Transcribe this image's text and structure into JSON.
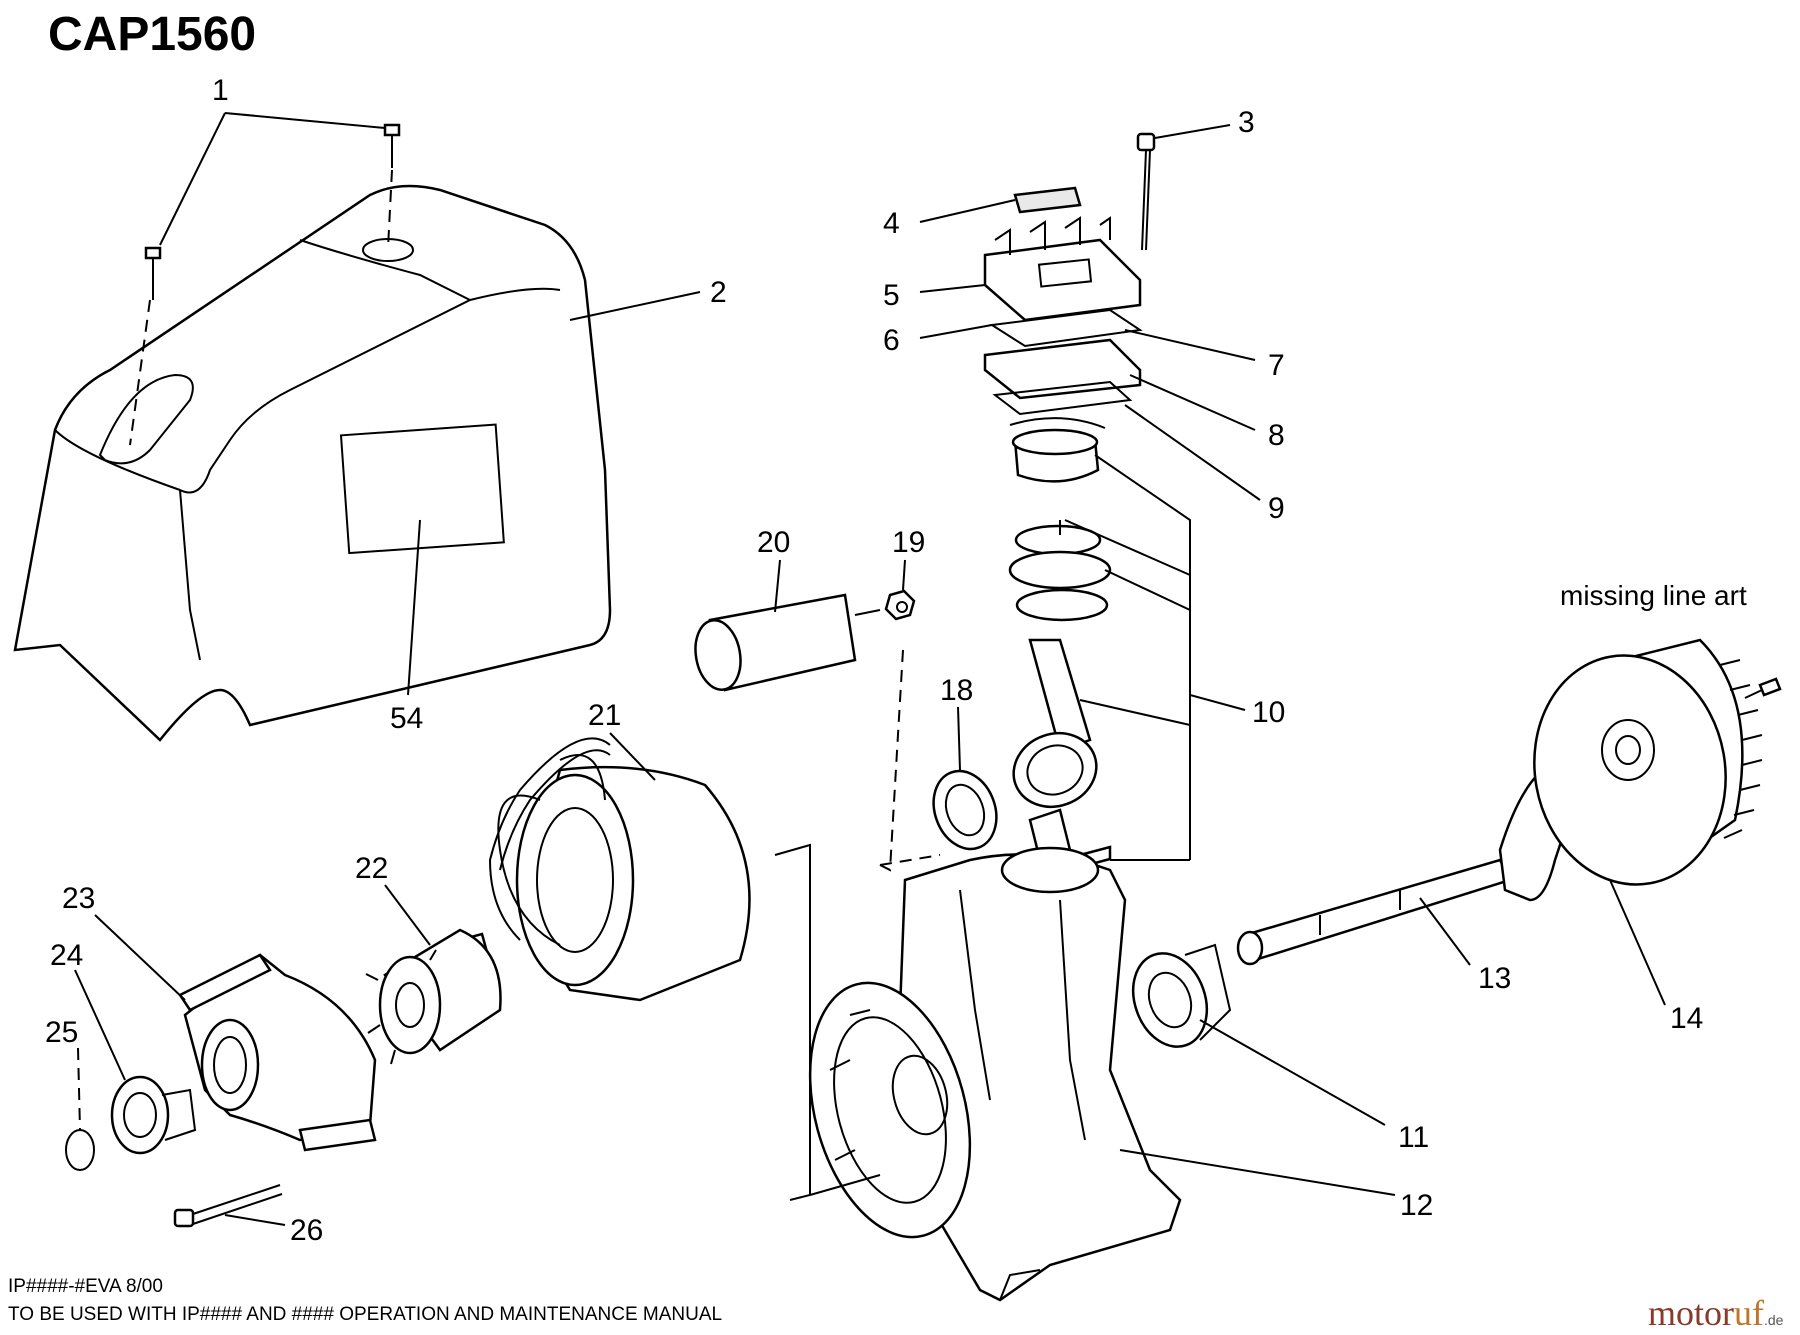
{
  "title": "CAP1560",
  "note_missing": "missing line art",
  "footer": {
    "line1": "IP####-#EVA  8/00",
    "line2": "TO BE USED WITH IP#### AND #### OPERATION AND MAINTENANCE MANUAL"
  },
  "brand": {
    "part1": "motor",
    "part2": "uf",
    "suffix": ".de"
  },
  "callouts": {
    "c1": "1",
    "c2": "2",
    "c3": "3",
    "c4": "4",
    "c5": "5",
    "c6": "6",
    "c7": "7",
    "c8": "8",
    "c9": "9",
    "c10": "10",
    "c11": "11",
    "c12": "12",
    "c13": "13",
    "c14": "14",
    "c18": "18",
    "c19": "19",
    "c20": "20",
    "c21": "21",
    "c22": "22",
    "c23": "23",
    "c24": "24",
    "c25": "25",
    "c26": "26",
    "c54": "54"
  }
}
